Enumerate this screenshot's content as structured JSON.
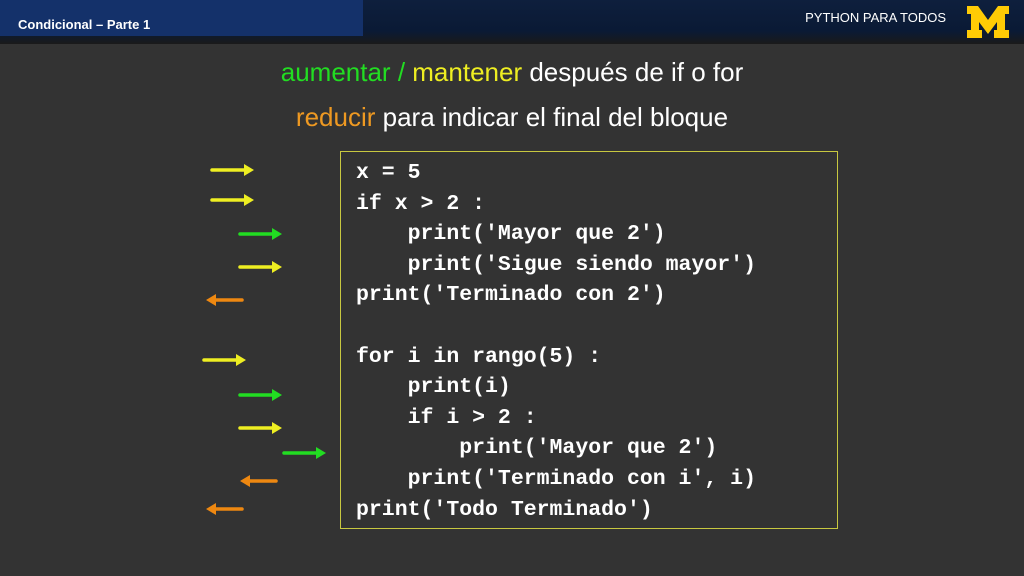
{
  "header": {
    "slide_label": "Condicional – Parte 1",
    "course_label": "PYTHON PARA TODOS",
    "logo_icon": "michigan-block-m-logo",
    "logo_color": "#ffcb05"
  },
  "heading": {
    "line1": {
      "word1": "aumentar",
      "sep": " / ",
      "word2": "mantener",
      "rest": " después de if o for"
    },
    "line2": {
      "word": "reducir",
      "rest": " para indicar el final del bloque"
    }
  },
  "code": {
    "text": "x = 5\nif x > 2 :\n    print('Mayor que 2')\n    print('Sigue siendo mayor')\nprint('Terminado con 2')\n\nfor i in rango(5) :\n    print(i)\n    if i > 2 :\n        print('Mayor que 2')\n    print('Terminado con i', i)\nprint('Todo Terminado')"
  },
  "arrows": [
    {
      "kind": "maintain",
      "direction": "right",
      "color": "#eeee22"
    },
    {
      "kind": "maintain",
      "direction": "right",
      "color": "#eeee22"
    },
    {
      "kind": "increase",
      "direction": "right",
      "color": "#22dd22"
    },
    {
      "kind": "maintain",
      "direction": "right",
      "color": "#eeee22"
    },
    {
      "kind": "reduce",
      "direction": "left",
      "color": "#ee8811"
    },
    {
      "kind": "maintain",
      "direction": "right",
      "color": "#eeee22"
    },
    {
      "kind": "increase",
      "direction": "right",
      "color": "#22dd22"
    },
    {
      "kind": "maintain",
      "direction": "right",
      "color": "#eeee22"
    },
    {
      "kind": "increase",
      "direction": "right",
      "color": "#22dd22"
    },
    {
      "kind": "reduce",
      "direction": "left",
      "color": "#ee8811"
    },
    {
      "kind": "reduce",
      "direction": "left",
      "color": "#ee8811"
    }
  ]
}
